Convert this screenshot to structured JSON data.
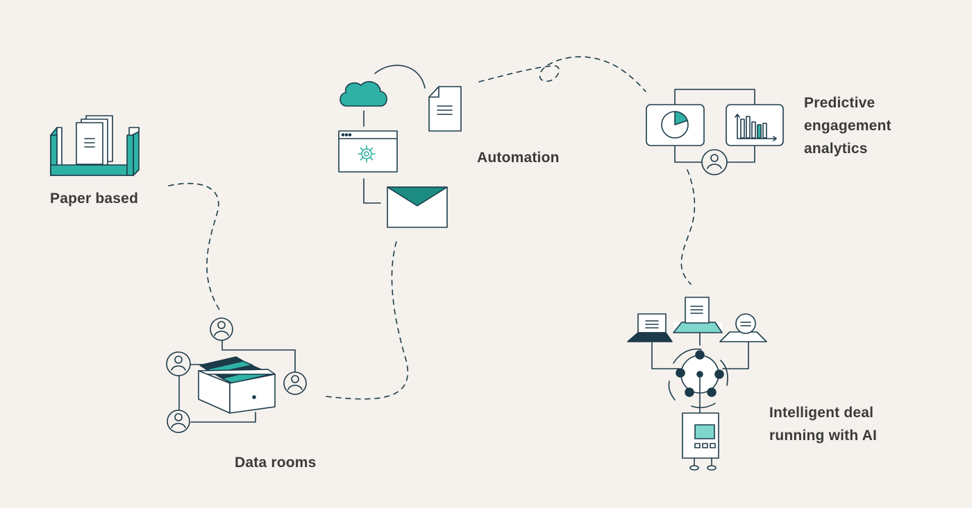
{
  "colors": {
    "background": "#f5f1ed",
    "ink": "#1c3b4a",
    "accent": "#2fb2a5",
    "accent_light": "#7fd6cc",
    "text": "#3a3a3a"
  },
  "stages": {
    "paper": {
      "label": "Paper based",
      "icon": "paper-tray-icon"
    },
    "data_rooms": {
      "label": "Data rooms",
      "icon": "filing-drawer-icon"
    },
    "automation": {
      "label": "Automation",
      "icon": "cloud-browser-mail-icon"
    },
    "predictive": {
      "label": "Predictive\nengagement\nanalytics",
      "icon": "analytics-dashboard-icon"
    },
    "ai": {
      "label": "Intelligent deal\nrunning with AI",
      "icon": "robot-icon"
    }
  }
}
